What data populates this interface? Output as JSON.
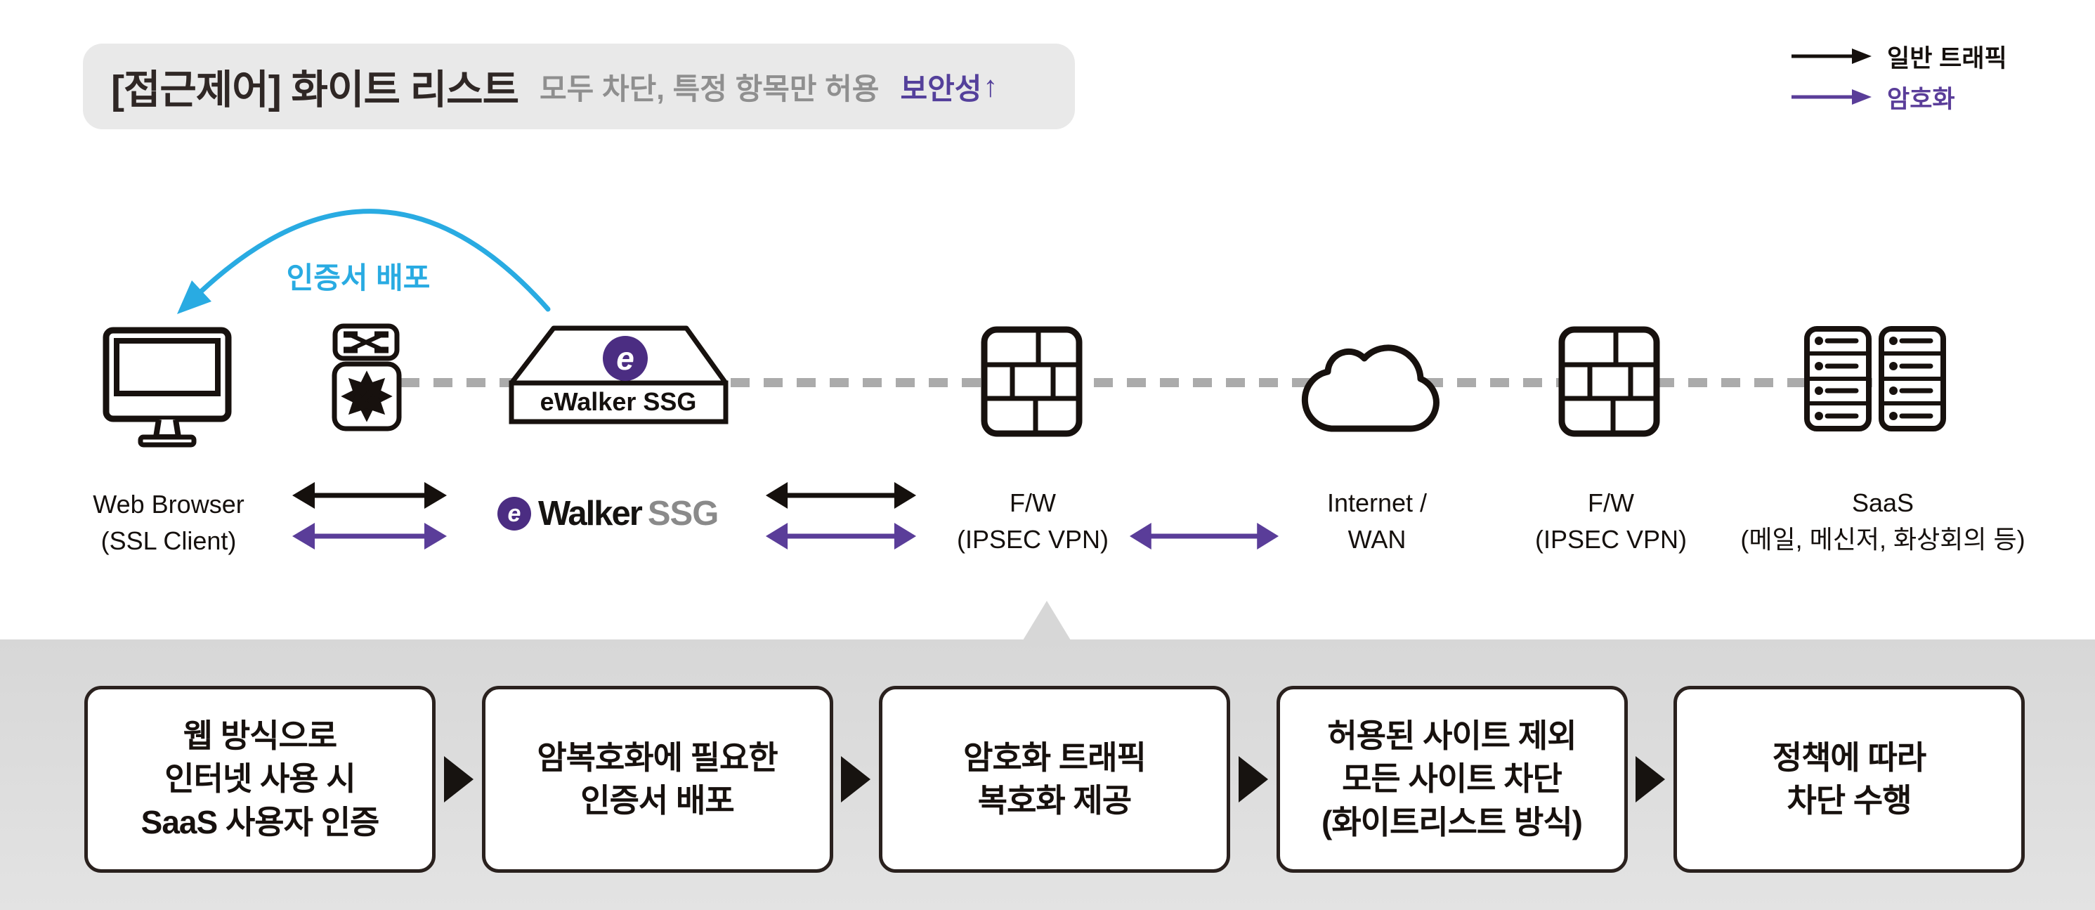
{
  "title": {
    "main": "[접근제어] 화이트 리스트",
    "subtitle": "모두 차단, 특정 항목만 허용",
    "security": "보안성",
    "security_arrow": "↑"
  },
  "legend": {
    "normal_traffic": "일반 트래픽",
    "encrypted": "암호화"
  },
  "certificate_label": "인증서 배포",
  "nodes": {
    "web_browser": {
      "label": "Web Browser\n(SSL Client)"
    },
    "appliance": {
      "front_label": "eWalker SSG"
    },
    "logo": {
      "e": "e",
      "walker": "Walker",
      "ssg": "SSG"
    },
    "fw1": {
      "label": "F/W\n(IPSEC VPN)"
    },
    "internet": {
      "label": "Internet /\nWAN"
    },
    "fw2": {
      "label": "F/W\n(IPSEC VPN)"
    },
    "saas": {
      "label": "SaaS\n(메일, 메신저, 화상회의 등)"
    }
  },
  "steps": [
    {
      "text": "웹 방식으로\n인터넷 사용 시\nSaaS 사용자 인증"
    },
    {
      "text": "암복호화에 필요한\n인증서 배포"
    },
    {
      "text": "암호화 트래픽\n복호화 제공"
    },
    {
      "text": "허용된 사이트 제외\n모든 사이트 차단\n(화이트리스트 방식)"
    },
    {
      "text": "정책에 따라\n차단 수행"
    }
  ],
  "colors": {
    "accent_purple": "#5a3d99",
    "logo_purple": "#4b2d82",
    "certificate_blue": "#29abe2",
    "title_background": "#e9e9e9",
    "subtitle_gray": "#8f8f8f",
    "logo_ssg_gray": "#8a8a8a",
    "line_dark": "#17110e",
    "dash_gray": "#ababab",
    "band_gray": "#d7d7d7"
  }
}
